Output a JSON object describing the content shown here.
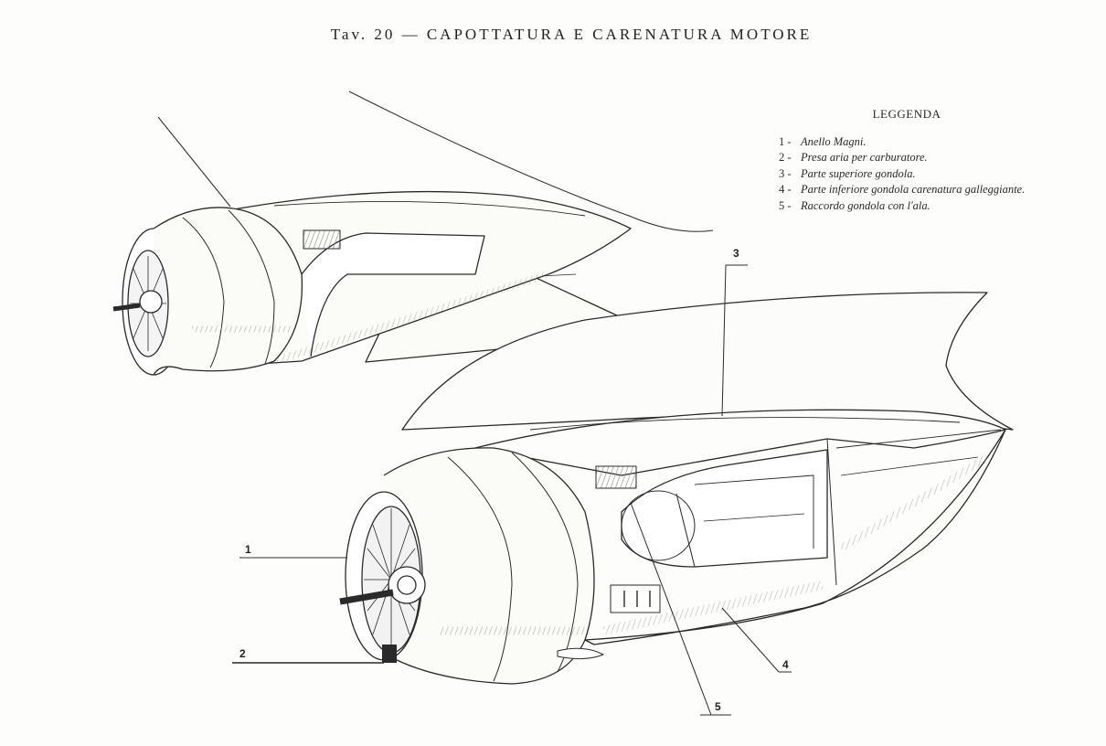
{
  "title": "Tav. 20 — CAPOTTATURA E CARENATURA MOTORE",
  "legend": {
    "title": "LEGGENDA",
    "items": [
      {
        "num": "1 -",
        "text": "Anello Magni."
      },
      {
        "num": "2 -",
        "text": "Presa aria per carburatore."
      },
      {
        "num": "3 -",
        "text": "Parte superiore gondola."
      },
      {
        "num": "4 -",
        "text": "Parte inferiore gondola carenatura galleggiante."
      },
      {
        "num": "5 -",
        "text": "Raccordo gondola con l'ala."
      }
    ]
  },
  "callouts": {
    "c1": "1",
    "c2": "2",
    "c3": "3",
    "c4": "4",
    "c5": "5"
  },
  "colors": {
    "ink": "#2a2a2a",
    "paper": "#fdfdfb",
    "hatch": "#7a7a7a"
  }
}
